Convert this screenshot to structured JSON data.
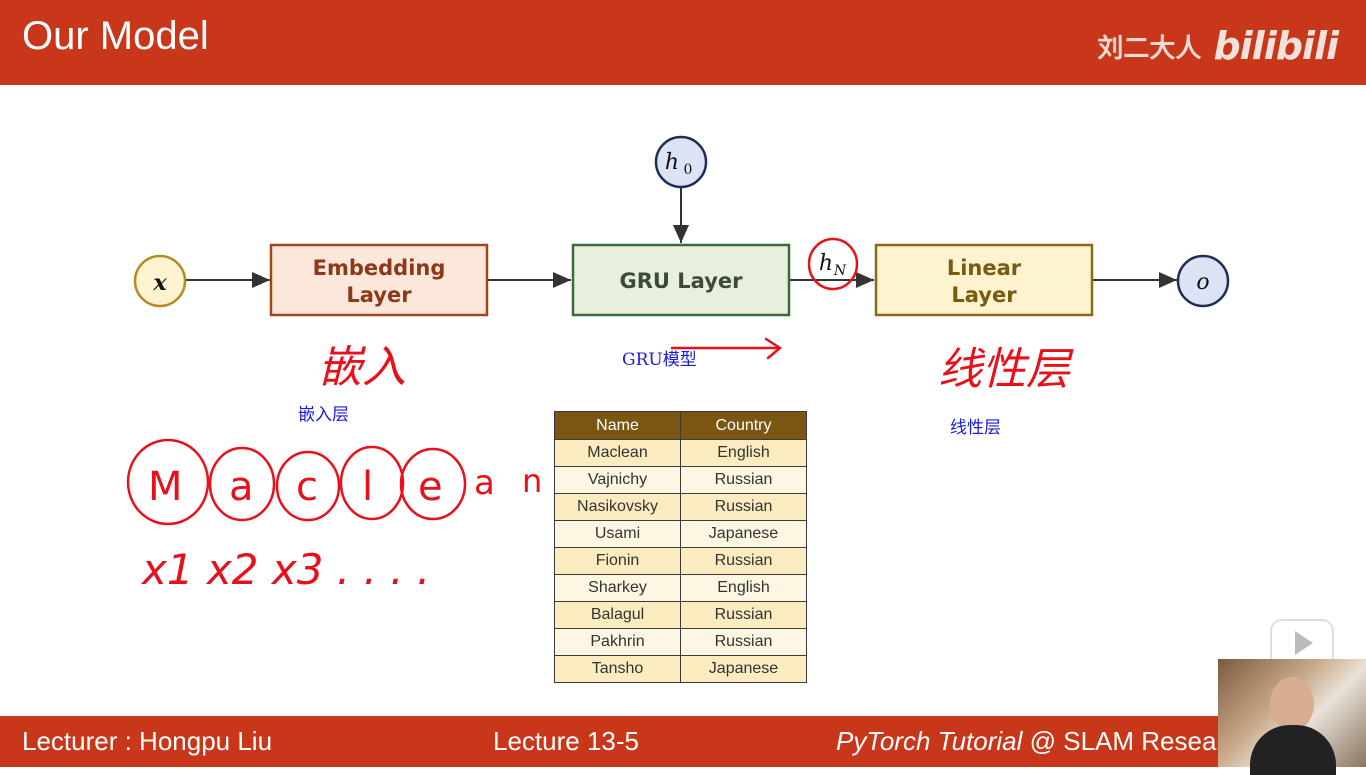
{
  "header": {
    "title": "Our Model",
    "brand_name": "刘二大人",
    "brand_logo": "bilibili"
  },
  "diagram": {
    "input_symbol": "x",
    "initial_hidden_symbol": "h",
    "initial_hidden_subscript": "0",
    "final_hidden_symbol": "h",
    "final_hidden_subscript": "N",
    "output_symbol": "o",
    "embedding_line1": "Embedding",
    "embedding_line2": "Layer",
    "gru_label": "GRU Layer",
    "linear_line1": "Linear",
    "linear_line2": "Layer"
  },
  "annotations": {
    "embedding_cn": "嵌入层",
    "gru_cn": "GRU模型",
    "linear_cn": "线性层",
    "handwritten_embedding": "嵌入",
    "handwritten_linear": "线性层",
    "handwritten_letters": [
      "M",
      "a",
      "c",
      "l",
      "e",
      "a",
      "n"
    ],
    "handwritten_sequence": "x1 x2 x3 . . . ."
  },
  "table": {
    "headers": [
      "Name",
      "Country"
    ],
    "rows": [
      [
        "Maclean",
        "English"
      ],
      [
        "Vajnichy",
        "Russian"
      ],
      [
        "Nasikovsky",
        "Russian"
      ],
      [
        "Usami",
        "Japanese"
      ],
      [
        "Fionin",
        "Russian"
      ],
      [
        "Sharkey",
        "English"
      ],
      [
        "Balagul",
        "Russian"
      ],
      [
        "Pakhrin",
        "Russian"
      ],
      [
        "Tansho",
        "Japanese"
      ]
    ]
  },
  "footer": {
    "lecturer": "Lecturer : Hongpu Liu",
    "lecture": "Lecture 13-5",
    "course_italic": "PyTorch Tutorial",
    "course_rest": " @ SLAM Resea"
  },
  "colors": {
    "bar": "#c9371a",
    "annotation_ink": "#e8101a",
    "annotation_text": "#1a1ae0"
  }
}
